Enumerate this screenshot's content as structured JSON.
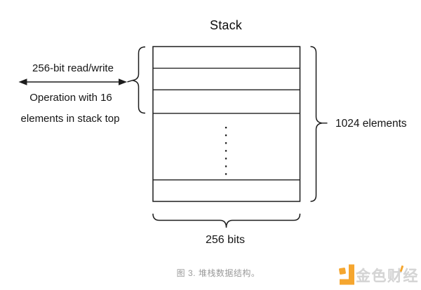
{
  "figure": {
    "title": "Stack",
    "left_label": {
      "arrow_caption": "256-bit read/write",
      "description_line1": "Operation with 16",
      "description_line2": "elements in stack top"
    },
    "right_label": "1024 elements",
    "bottom_label": "256 bits",
    "caption": "图 3. 堆栈数据结构。",
    "structure": {
      "top_rows_shown": 3,
      "bottom_rows_shown": 1,
      "ellipsis_dots": 7
    }
  },
  "watermark": {
    "brand": "金色财经",
    "icon": "golden-finance-logo-icon",
    "brand_color": "#f5a62f",
    "text_color": "#d5d5d5"
  },
  "colors": {
    "background": "#ffffff",
    "ink": "#1c1c1c",
    "caption_gray": "#9a9a9a"
  }
}
